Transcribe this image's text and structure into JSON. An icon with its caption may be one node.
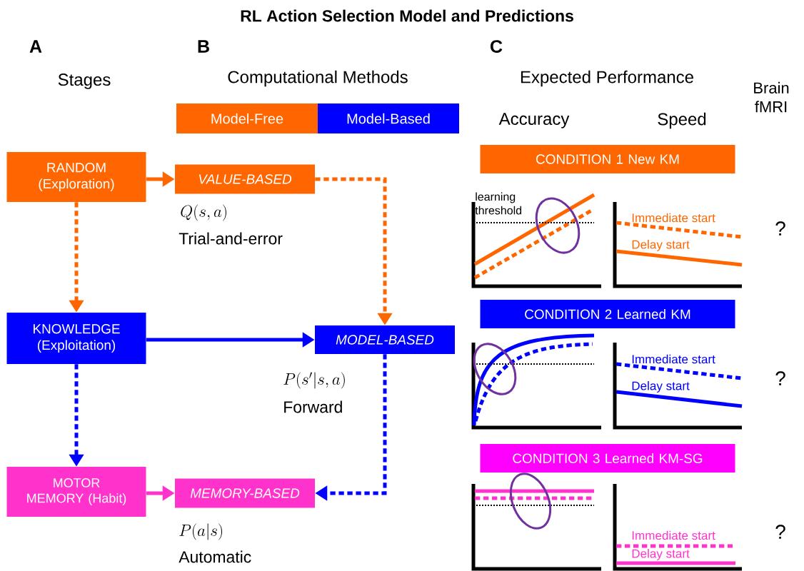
{
  "diagram": {
    "title": "RL Action Selection Model and Predictions",
    "nodes": [
      {
        "text": [
          "RANDOM (Exploration)"
        ]
      },
      {
        "text": [
          "VALUE-BASED"
        ],
        "beside": [
          "Q(s,a)",
          "Trial-and-error"
        ]
      },
      {
        "text": [
          "KNOWLEDGE (Exploitation)"
        ]
      },
      {
        "text": [
          "MODEL-BASED"
        ],
        "beside": [
          "P(s'|s,a)",
          "Forward"
        ]
      },
      {
        "text": [
          "MOTOR MEMORY (Habit)"
        ]
      },
      {
        "text": [
          "MEMORY-BASED"
        ],
        "beside": [
          "P(a|s)",
          "Automatic"
        ]
      },
      {
        "text": [
          "Model-Free"
        ]
      },
      {
        "text": [
          "Model-Based"
        ]
      },
      {
        "text": [
          "CONDITION 1 New KM"
        ]
      },
      {
        "text": [
          "CONDITION 2 Learned KM"
        ]
      },
      {
        "text": [
          "CONDITION 3 Learned KM-SG"
        ]
      }
    ],
    "edges": [
      {
        "from": 0,
        "to": 1,
        "arrow": "to",
        "color": "#ff6600"
      },
      {
        "from": 1,
        "to": 3,
        "arrow": "to",
        "style": "dashed",
        "color": "#ff6600"
      },
      {
        "from": 0,
        "to": 2,
        "arrow": "to",
        "style": "dashed",
        "color": "#ff6600"
      },
      {
        "from": 2,
        "to": 3,
        "arrow": "to",
        "color": "#0000ff"
      },
      {
        "from": 3,
        "to": 5,
        "arrow": "to",
        "style": "dashed",
        "color": "#0000ff"
      },
      {
        "from": 2,
        "to": 4,
        "arrow": "to",
        "style": "dashed",
        "color": "#0000ff"
      },
      {
        "from": 4,
        "to": 5,
        "arrow": "to",
        "color": "#ff33cc"
      }
    ],
    "labels": [
      "A",
      "B",
      "C",
      "Stages",
      "Computational Methods",
      "Expected Performance",
      "Brain fMRI",
      "Accuracy",
      "Speed",
      "learning threshold",
      "Immediate start",
      "Delay start",
      "?",
      "Immediate start",
      "Delay start",
      "?",
      "Immediate start",
      "Delay start",
      "?"
    ]
  }
}
